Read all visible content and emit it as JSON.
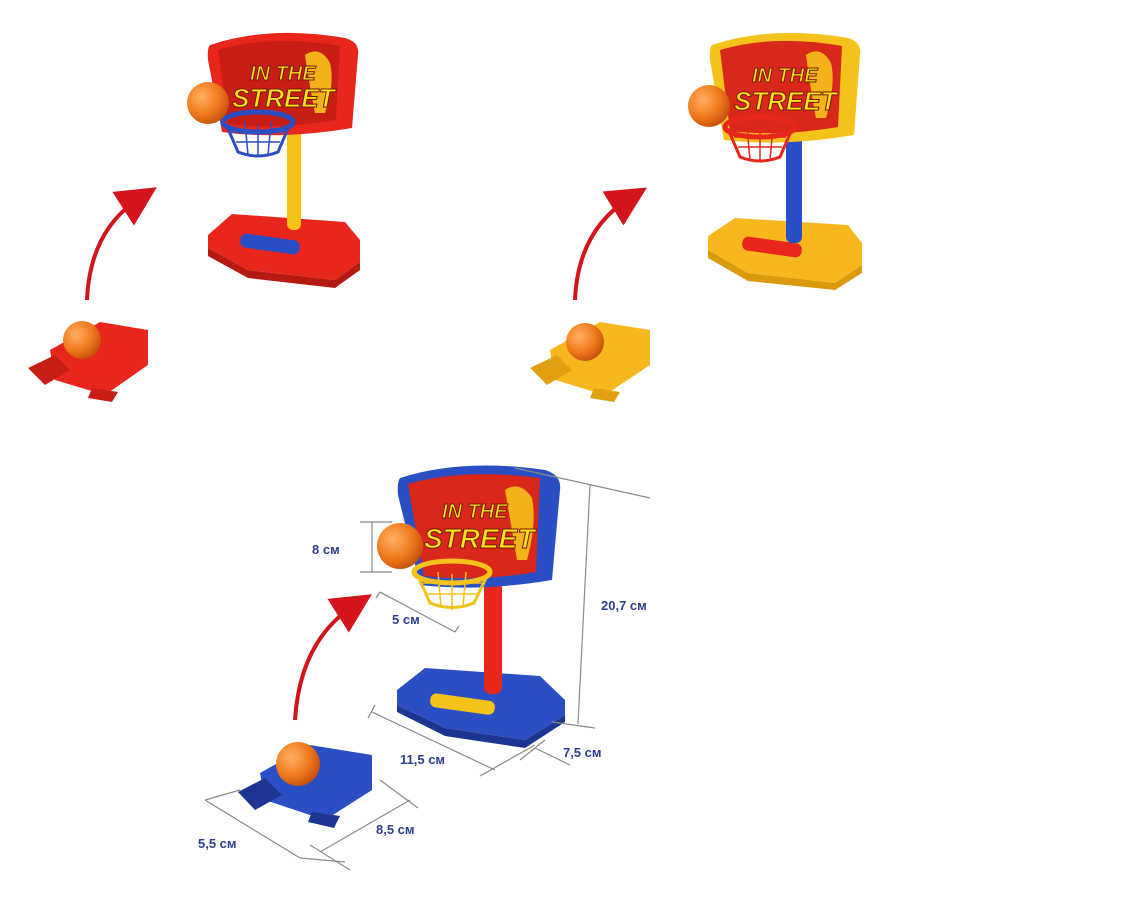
{
  "products": [
    {
      "variant": "red",
      "board_text_top": "IN THE",
      "board_text_bottom": "STREET",
      "colors": {
        "base": "#e8261c",
        "pole": "#f5c21a",
        "rim": "#2a4fc4",
        "launcher": "#e8261c",
        "board_frame": "#e8261c"
      }
    },
    {
      "variant": "yellow",
      "board_text_top": "IN THE",
      "board_text_bottom": "STREET",
      "colors": {
        "base": "#f7b81e",
        "pole": "#2a4fc4",
        "rim": "#e8261c",
        "launcher": "#f7b81e",
        "board_frame": "#f3c21b"
      }
    },
    {
      "variant": "blue",
      "board_text_top": "IN THE",
      "board_text_bottom": "STREET",
      "colors": {
        "base": "#2a4fc4",
        "pole": "#e8261c",
        "rim": "#f5c21a",
        "launcher": "#2a4fc4",
        "board_frame": "#2a4fc4"
      }
    }
  ],
  "dimensions": {
    "ball": "8 см",
    "rim": "5 см",
    "height": "20,7 см",
    "base_length": "11,5 см",
    "base_depth": "7,5 см",
    "launcher_width": "5,5 см",
    "launcher_length": "8,5 см"
  },
  "colors": {
    "arrow": "#d3141b",
    "ball": "#f07a1c",
    "dimension_text": "#2b3f8f",
    "dimension_line": "#8a8a8a"
  }
}
